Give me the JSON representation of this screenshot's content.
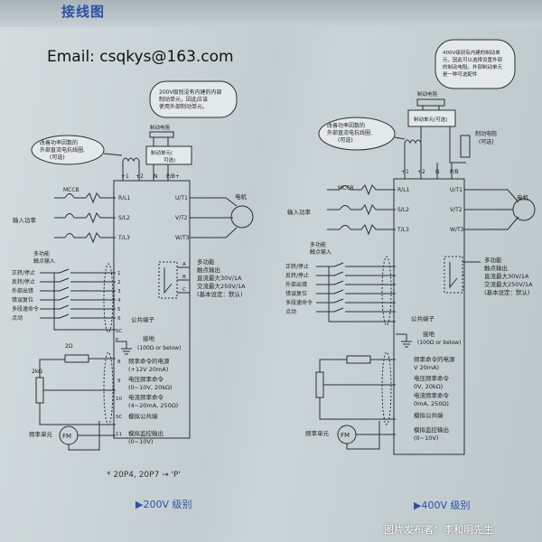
{
  "header": {
    "label": "接线图",
    "email": "Email: csqkys@163.com"
  },
  "left": {
    "note_top": [
      "200V级别没有内建的内部",
      "制动单元，因此应该",
      "使用外部制动单元。"
    ],
    "brake_resistor": "制动电阻",
    "brake_unit": [
      "制动单元(",
      "可选)"
    ],
    "dc_reactor": [
      "改善功率因数的",
      "外部直流电抗线圈.",
      "(可选)"
    ],
    "mccb": "MCCB",
    "input_power": "输入功率",
    "motor": "电机",
    "terminals_bus": [
      "+1",
      "+2",
      "N",
      "P/B+"
    ],
    "terminals_in": [
      "R/L1",
      "S/L2",
      "T/L3"
    ],
    "terminals_out": [
      "U/T1",
      "V/T2",
      "W/T3"
    ],
    "multi_input_title": [
      "多功能",
      "触点输入"
    ],
    "inputs": [
      "正转/停止",
      "反转/停止",
      "外部出错",
      "错误复位",
      "多段速命令",
      "点动"
    ],
    "input_terminals": [
      "1",
      "2",
      "3",
      "4",
      "5",
      "6"
    ],
    "common": "公共端子",
    "common_terminal": "SC",
    "ground": "接地",
    "ground_spec": "(100Ω or below)",
    "ground_terminal": "E",
    "relay_out": [
      "多功能",
      "触点输出",
      "直流最大30V/1A",
      "交流最大250V/1A",
      "(基本设定：默认)"
    ],
    "relay_terminals": [
      "A",
      "B",
      "C"
    ],
    "pot_2k": "2kΩ",
    "pot_2": "2Ω",
    "freq_cmd_power": [
      "频率命令的电源",
      "(+12V 20mA)"
    ],
    "volt_freq": [
      "电压频率命令",
      "(0~10V, 20kΩ)"
    ],
    "curr_freq": [
      "电流频率命令",
      "(4~20mA, 250Ω)"
    ],
    "analog_common": "模拟公共端",
    "analog_monitor": [
      "模拟监控输出",
      "(0~10V)"
    ],
    "freq_meter": "频率单元",
    "fm": "FM",
    "analog_terminals": [
      "8",
      "9",
      "10",
      "SC",
      "11"
    ],
    "note_bottom": "* 20P4, 20P7 → 'P'",
    "caption": "▶200V 级别"
  },
  "right": {
    "note_top": [
      "400V级别有内建的制动单",
      "元，因此可以选择设置外部",
      "的制动电阻。外部制动单元",
      "是一种可选配件"
    ],
    "brake_resistor": "制动电阻",
    "brake_unit": [
      "制动单元(可选)"
    ],
    "dc_reactor": [
      "改善功率因数的",
      "外部直流电抗线圈.",
      "(可选)"
    ],
    "brake_resistor_side": [
      "制动电阻",
      "(可选)"
    ],
    "mccb": "MCCB",
    "input_power": "输入功率",
    "motor": "电机",
    "terminals_bus": [
      "+1",
      "+2",
      "N",
      "P/B"
    ],
    "terminals_in": [
      "R/L1",
      "S/L2",
      "T/L3"
    ],
    "terminals_out": [
      "U/T1",
      "V/T2",
      "W/T3"
    ],
    "multi_input_title": [
      "多功能",
      "触点输入"
    ],
    "inputs": [
      "正转/停止",
      "反转/停止",
      "外部出错",
      "错误复位",
      "多段速命令",
      "点动"
    ],
    "common": "公共端子",
    "ground": "接地",
    "ground_spec": "(100Ω or below)",
    "relay_out": [
      "多功能",
      "触点输出",
      "直流最大30V/1A",
      "交流最大250V/1A",
      "(基本设定：默认)"
    ],
    "freq_cmd_power": [
      "频率命令的电源",
      "V 20mA)"
    ],
    "volt_freq": [
      "电压频率命令",
      "0V, 20kΩ)"
    ],
    "curr_freq": [
      "电流频率命令",
      "0mA, 250Ω)"
    ],
    "analog_common": "模拟公共端",
    "analog_monitor": [
      "模拟监控输出",
      "(0~10V)"
    ],
    "freq_meter": "频率单元",
    "fm": "FM",
    "caption": "▶400V 级别"
  },
  "watermark": "图片发布者：李和明先生"
}
